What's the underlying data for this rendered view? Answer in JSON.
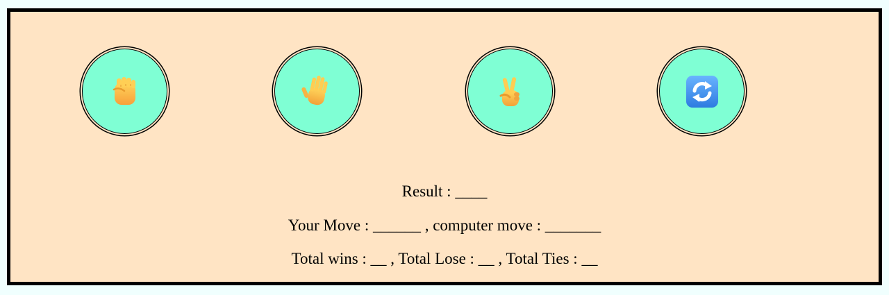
{
  "moves": [
    {
      "name": "rock",
      "icon": "raised-fist-icon"
    },
    {
      "name": "paper",
      "icon": "raised-hand-icon"
    },
    {
      "name": "scissors",
      "icon": "victory-hand-icon"
    },
    {
      "name": "reset",
      "icon": "refresh-arrows-icon"
    }
  ],
  "status": {
    "result_text": "Result : ____",
    "moves_text": "Your Move : ______ , computer move : _______",
    "score_text": "Total wins : __ , Total Lose : __ , Total Ties : __"
  },
  "colors": {
    "page_background": "#f0fffe",
    "panel_background": "#ffe4c4",
    "button_fill": "#7fffd4",
    "border": "#000000"
  }
}
